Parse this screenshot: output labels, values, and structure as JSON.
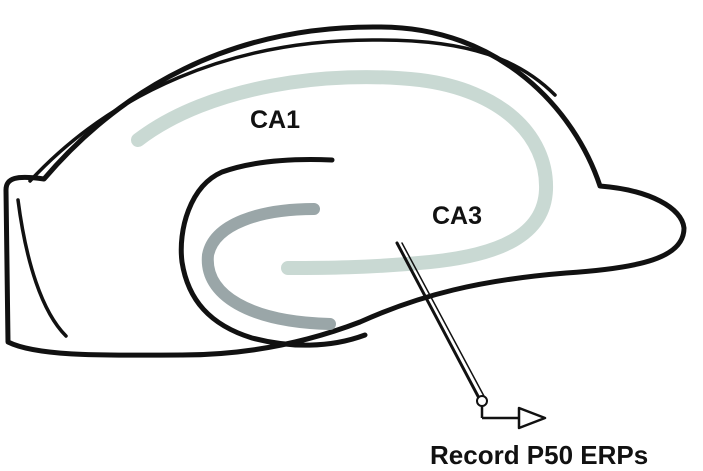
{
  "labels": {
    "ca1": "CA1",
    "ca3": "CA3",
    "recording": "Record P50 ERPs"
  },
  "colors": {
    "outline": "#111111",
    "pyramidal_layer": "#c9d9d3",
    "dentate_gyrus": "#9aa6a8",
    "electrode": "#111111",
    "background": "#ffffff"
  },
  "icons": {
    "electrode": "electrode-icon",
    "amplifier": "amplifier-triangle-icon"
  }
}
